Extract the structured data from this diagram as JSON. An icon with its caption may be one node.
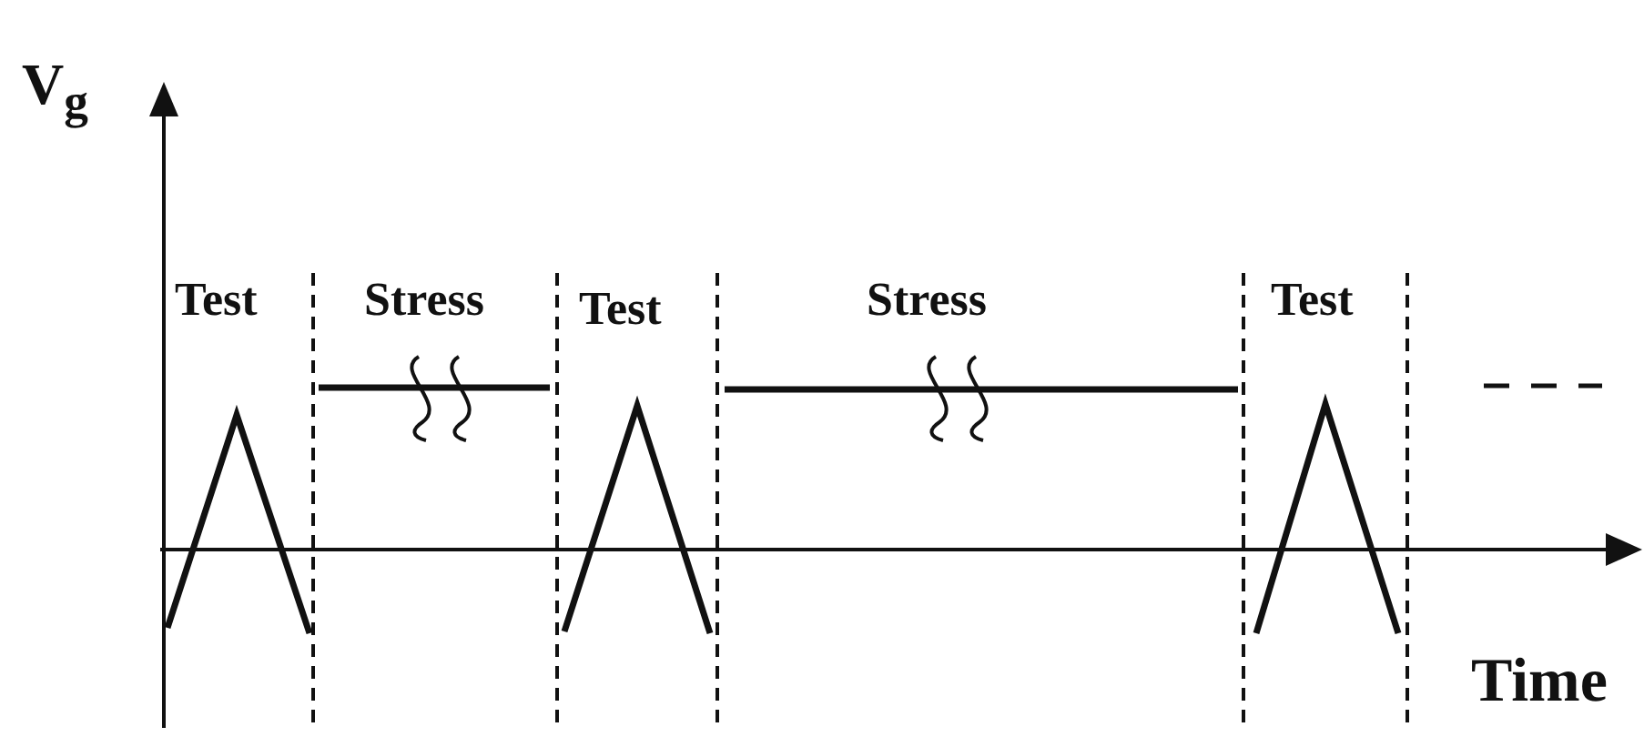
{
  "diagram": {
    "labels": [
      "V$_{g}$",
      "Test",
      "Stress",
      "Test",
      "Stress",
      "Test",
      "Time"
    ]
  }
}
